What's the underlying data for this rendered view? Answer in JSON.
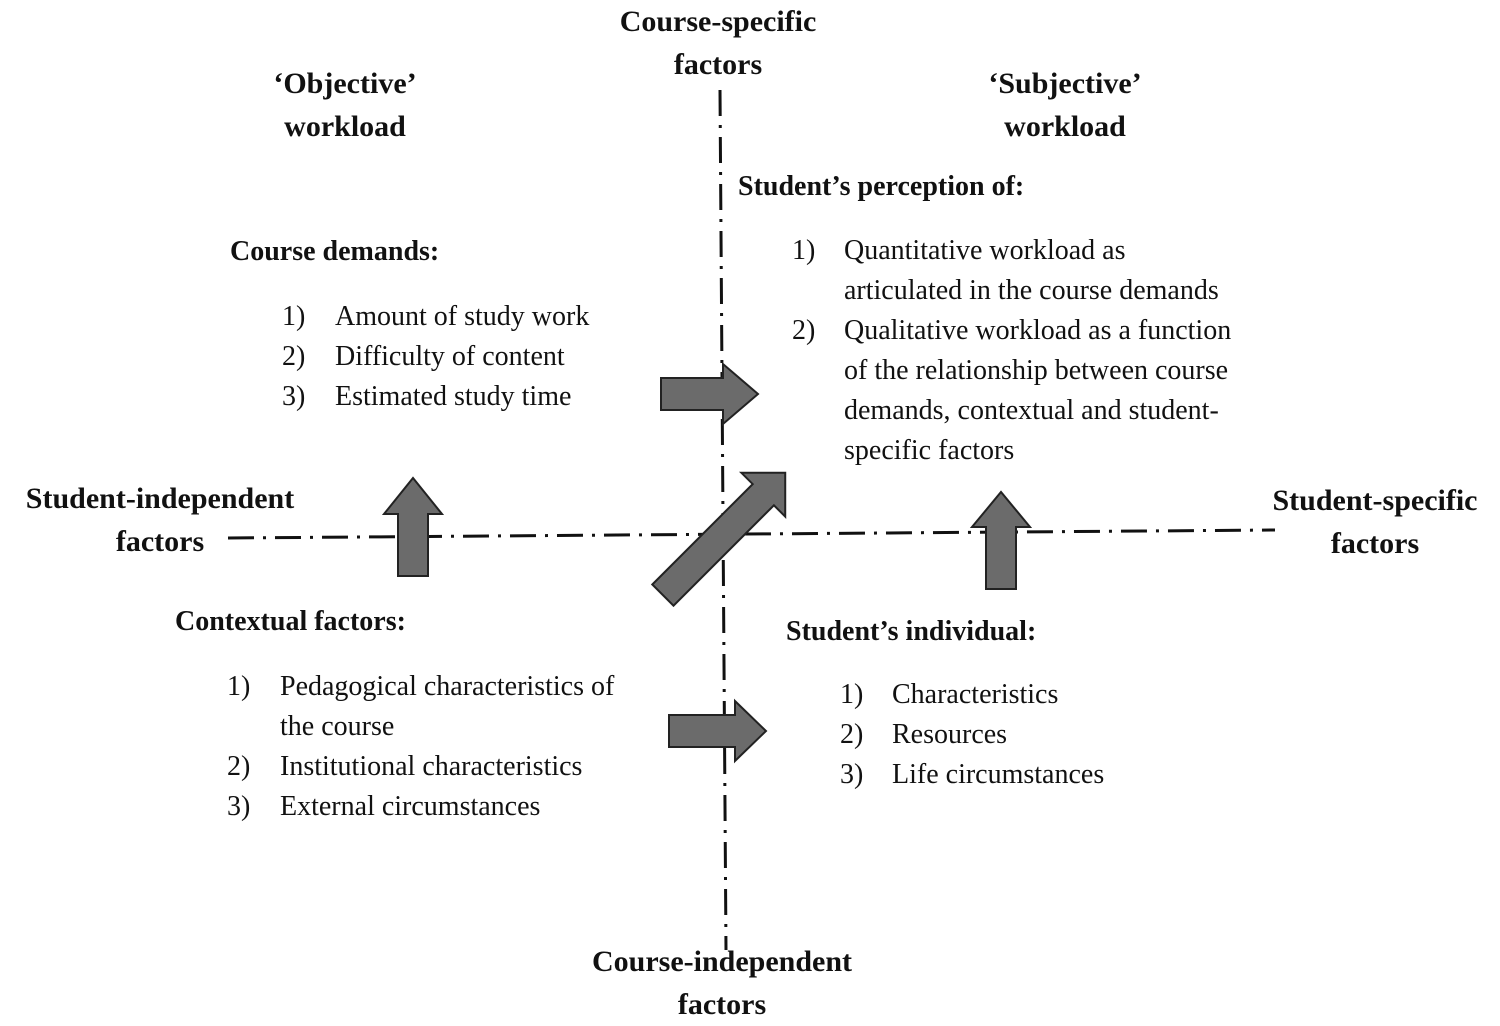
{
  "axes": {
    "top": [
      "Course-specific",
      "factors"
    ],
    "bottom": [
      "Course-independent",
      "factors"
    ],
    "left": [
      "Student-independent",
      "factors"
    ],
    "right": [
      "Student-specific",
      "factors"
    ]
  },
  "quadrants": {
    "objective_workload": [
      "‘Objective’",
      "workload"
    ],
    "subjective_workload": [
      "‘Subjective’",
      "workload"
    ]
  },
  "course_demands": {
    "heading": "Course demands:",
    "items": [
      {
        "num": "1)",
        "lines": [
          "Amount of study work"
        ]
      },
      {
        "num": "2)",
        "lines": [
          "Difficulty of content"
        ]
      },
      {
        "num": "3)",
        "lines": [
          "Estimated study time"
        ]
      }
    ]
  },
  "perception": {
    "heading": "Student’s perception of:",
    "items": [
      {
        "num": "1)",
        "lines": [
          "Quantitative workload as",
          "articulated in the course demands"
        ]
      },
      {
        "num": "2)",
        "lines": [
          "Qualitative workload as a function",
          "of the relationship between course",
          "demands, contextual and student-",
          "specific factors"
        ]
      }
    ]
  },
  "contextual": {
    "heading": "Contextual factors:",
    "items": [
      {
        "num": "1)",
        "lines": [
          "Pedagogical characteristics of",
          "the course"
        ]
      },
      {
        "num": "2)",
        "lines": [
          "Institutional characteristics"
        ]
      },
      {
        "num": "3)",
        "lines": [
          "External circumstances"
        ]
      }
    ]
  },
  "individual": {
    "heading": "Student’s individual:",
    "items": [
      {
        "num": "1)",
        "lines": [
          "Characteristics"
        ]
      },
      {
        "num": "2)",
        "lines": [
          "Resources"
        ]
      },
      {
        "num": "3)",
        "lines": [
          "Life circumstances"
        ]
      }
    ]
  },
  "colors": {
    "arrow_fill": "#6b6b6b",
    "arrow_stroke": "#222222",
    "axis_line": "#111111"
  }
}
